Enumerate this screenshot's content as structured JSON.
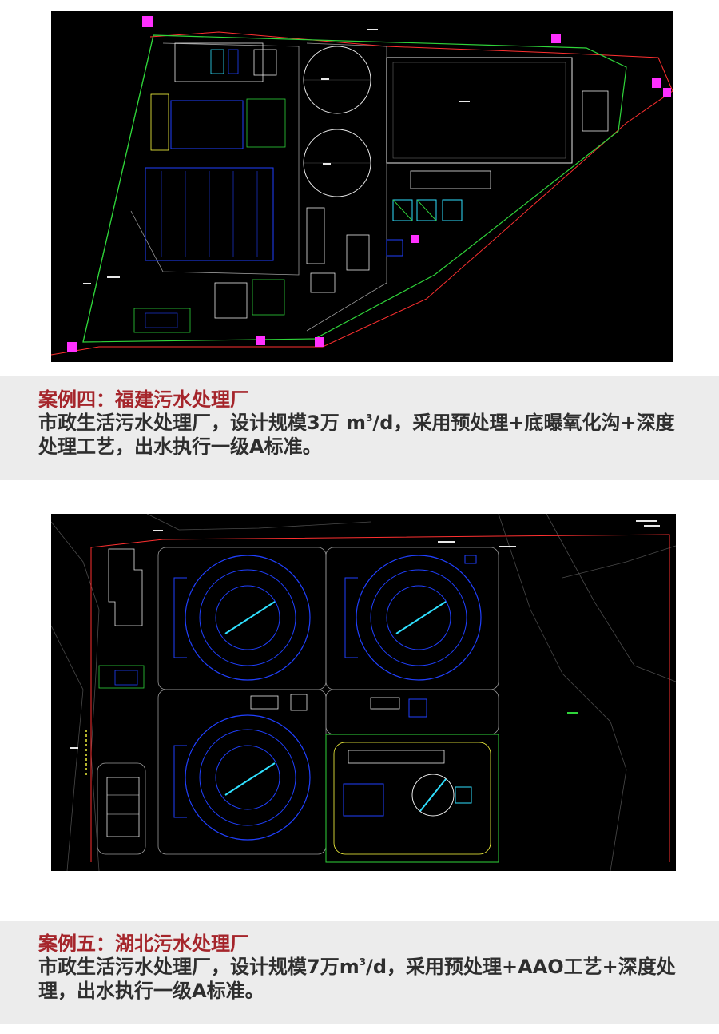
{
  "cases": [
    {
      "title": "案例四：福建污水处理厂",
      "body_pre": "市政生活污水处理厂，设计规模3万 m",
      "body_sup": "3",
      "body_post": "/d，采用预处理+底曝氧化沟+深度处理工艺，出水执行一级A标准。"
    },
    {
      "title": "案例五：湖北污水处理厂",
      "body_pre": "市政生活污水处理厂，设计规模7万m",
      "body_sup": "3",
      "body_post": "/d，采用预处理+AAO工艺+深度处理，出水执行一级A标准。"
    }
  ],
  "colors": {
    "caption_title": "#a5252b",
    "caption_body": "#2e2e2e",
    "caption_bg": "#ececec",
    "cad_background": "#000000",
    "cad_boundary_red": "#ff3030",
    "cad_green": "#2fd43a",
    "cad_blue": "#2040ff",
    "cad_white": "#e8e8e8",
    "cad_magenta": "#ff30ff",
    "cad_cyan": "#30e0ff"
  },
  "drawings": [
    {
      "caption": "cad-site-plan-fujian"
    },
    {
      "caption": "cad-site-plan-hubei"
    }
  ]
}
